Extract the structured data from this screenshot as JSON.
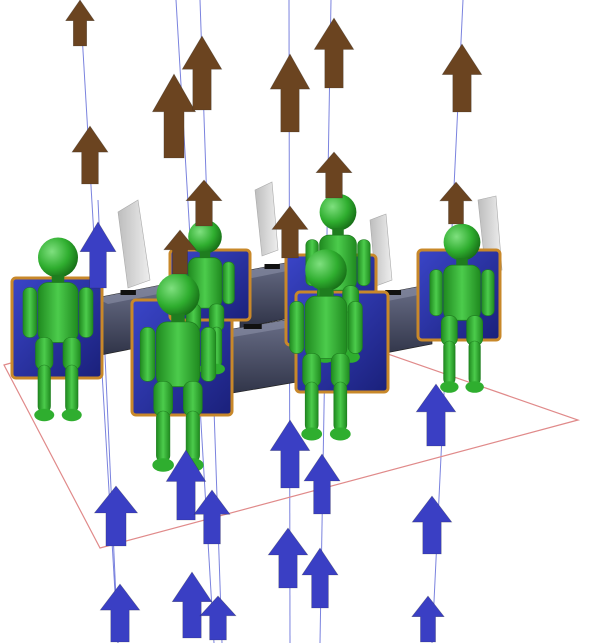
{
  "scene": {
    "background": "#ffffff",
    "colors": {
      "exhaust_arrow": "#6b4420",
      "supply_arrow": "#3a3fc4",
      "streamline": "#5a64d6",
      "occupant": "#2fae2f",
      "occupant_dark": "#1f7d1f",
      "seat": "#27309a",
      "seat_trim": "#c8882a",
      "desk": "#4a4f66",
      "partition": "#d6d6d6",
      "floor_outline": "#e08a8a"
    },
    "labels": {
      "exhaust": "exhaust-arrow",
      "supply": "supply-arrow",
      "occupant": "occupant"
    }
  }
}
